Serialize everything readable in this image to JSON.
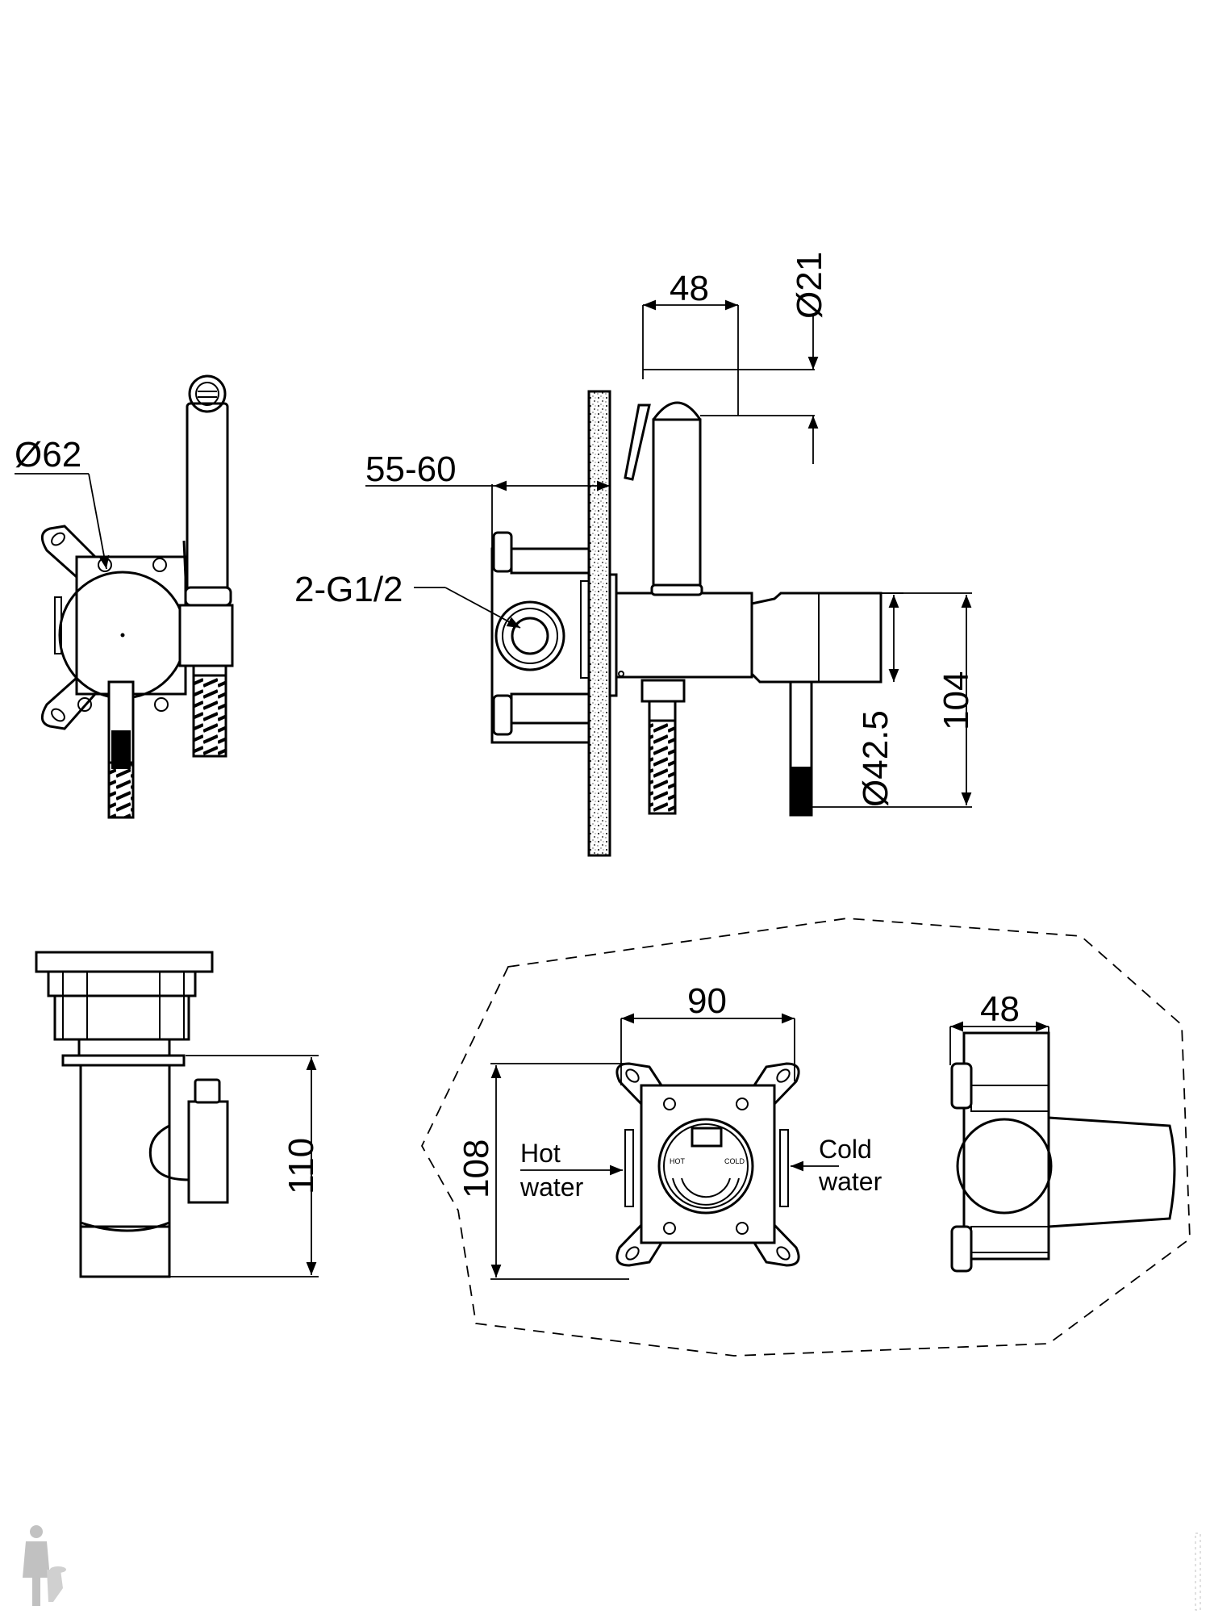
{
  "dimensions": {
    "diameter_62": "Ø62",
    "range_55_60": "55-60",
    "thread": "2-G1/2",
    "width_48_top": "48",
    "diameter_21": "Ø21",
    "height_104": "104",
    "diameter_42_5": "Ø42.5",
    "height_110": "110",
    "width_90": "90",
    "height_108": "108",
    "width_48_bottom": "48"
  },
  "labels": {
    "hot_line1": "Hot",
    "hot_line2": "water",
    "cold_line1": "Cold",
    "cold_line2": "water"
  },
  "colors": {
    "line": "#000000",
    "background": "#ffffff",
    "watermark": "#9a9a9a"
  }
}
